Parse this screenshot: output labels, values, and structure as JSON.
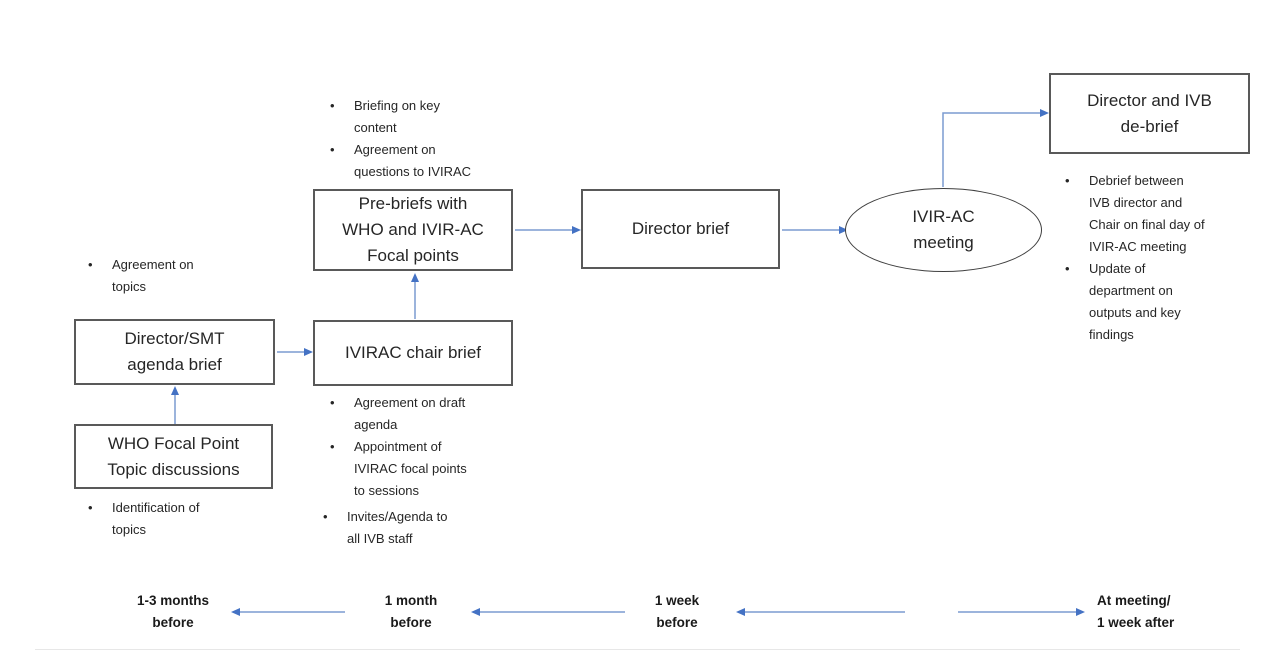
{
  "colors": {
    "connector-line": "#7b9bd1",
    "connector-head": "#4472c4",
    "box-border": "#595959",
    "ellipse-border": "#3f3f3f",
    "text": "#262626",
    "background": "#ffffff",
    "divider": "#e7e7e7"
  },
  "nodes": {
    "who_focal": "WHO Focal Point\nTopic discussions",
    "director_smt": "Director/SMT\nagenda brief",
    "ivirac_chair": "IVIRAC chair brief",
    "pre_briefs": "Pre-briefs with\nWHO and IVIR-AC\nFocal points",
    "director_brief": "Director brief",
    "ivir_ac_meeting": "IVIR-AC\nmeeting",
    "director_ivb_debrief": "Director and IVB\nde-brief"
  },
  "bullets": {
    "director_smt": [
      "Agreement on\ntopics"
    ],
    "who_focal": [
      "Identification of\ntopics"
    ],
    "pre_briefs": [
      "Briefing on key\ncontent",
      "Agreement on\nquestions to IVIRAC"
    ],
    "ivirac_chair": [
      "Agreement on draft\nagenda",
      "Appointment of\nIVIRAC focal points\nto sessions"
    ],
    "invites": [
      "Invites/Agenda to\nall IVB staff"
    ],
    "debrief": [
      "Debrief between\nIVB director and\nChair on final day of\nIVIR-AC meeting",
      "Update of\ndepartment on\noutputs and key\nfindings"
    ]
  },
  "timeline": {
    "labels": [
      "1-3 months\nbefore",
      "1 month\nbefore",
      "1 week\nbefore",
      "At meeting/\n1 week after"
    ]
  }
}
